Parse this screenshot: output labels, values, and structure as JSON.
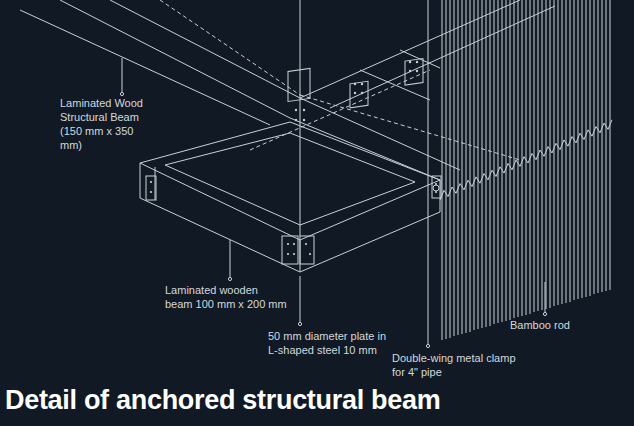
{
  "diagram": {
    "title": "Detail of anchored structural beam",
    "labels": [
      "Laminated Wood Structural Beam (150 mm x 350 mm)",
      "Laminated wooden beam 100 mm x 200 mm",
      "50 mm diameter plate in L-shaped steel 10 mm",
      "Double-wing metal clamp for 4\" pipe",
      "Bamboo rod"
    ]
  }
}
